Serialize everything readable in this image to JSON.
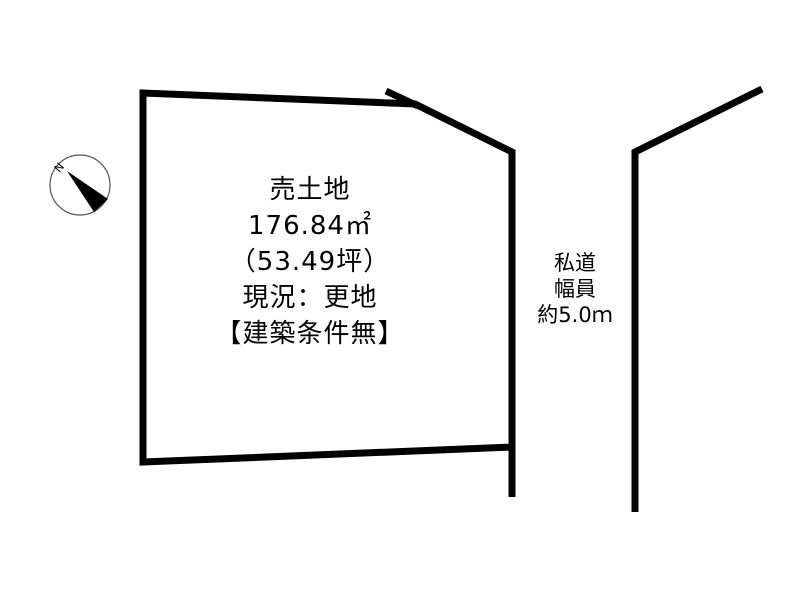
{
  "lot": {
    "title": "売土地",
    "area_sqm": "176.84㎡",
    "area_tsubo": "（53.49坪）",
    "status": "現況：更地",
    "conditions": "【建築条件無】"
  },
  "road": {
    "type": "私道",
    "width_label": "幅員",
    "width_value": "約5.0ｍ"
  },
  "compass": {
    "north_label": "N"
  },
  "colors": {
    "line": "#000000",
    "background": "#ffffff"
  }
}
